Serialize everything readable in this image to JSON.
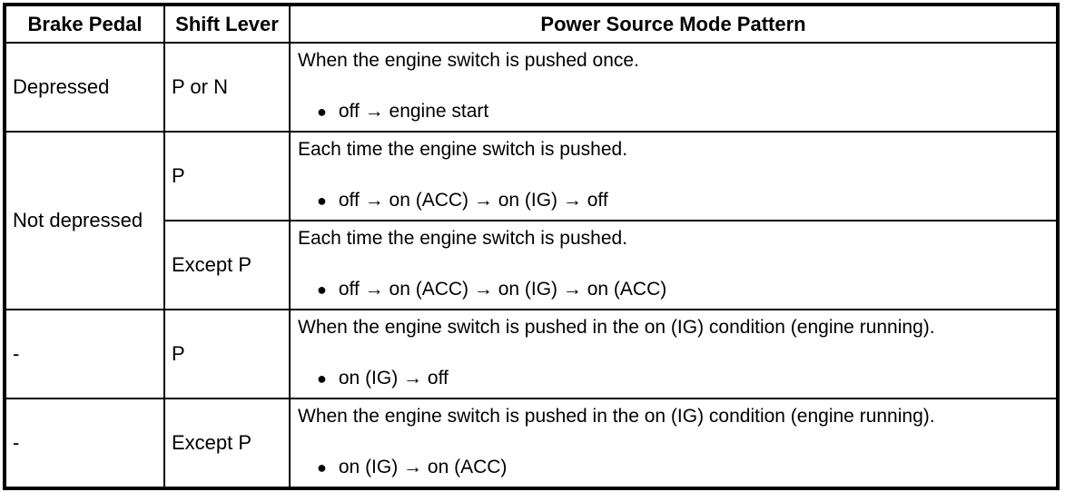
{
  "page": {
    "background_color": "#ffffff",
    "text_color": "#000000",
    "border_color": "#000000"
  },
  "table": {
    "bullet_glyph": "●",
    "headers": {
      "brake_pedal": "Brake Pedal",
      "shift_lever": "Shift Lever",
      "pattern": "Power Source Mode Pattern"
    },
    "rows": [
      {
        "brake_pedal": "Depressed",
        "shift_lever": "P or N",
        "description": "When the engine switch is pushed once.",
        "sequence": "off → engine start"
      },
      {
        "brake_pedal": "Not depressed",
        "shift_lever": "P",
        "description": "Each time the engine switch is pushed.",
        "sequence": "off → on (ACC) → on (IG) → off"
      },
      {
        "shift_lever": "Except P",
        "description": "Each time the engine switch is pushed.",
        "sequence": "off → on (ACC) → on (IG) → on (ACC)"
      },
      {
        "brake_pedal": "-",
        "shift_lever": "P",
        "description": "When the engine switch is pushed in the on (IG) condition (engine running).",
        "sequence": "on (IG) → off"
      },
      {
        "brake_pedal": "-",
        "shift_lever": "Except P",
        "description": "When the engine switch is pushed in the on (IG) condition (engine running).",
        "sequence": "on (IG) → on (ACC)"
      }
    ]
  }
}
